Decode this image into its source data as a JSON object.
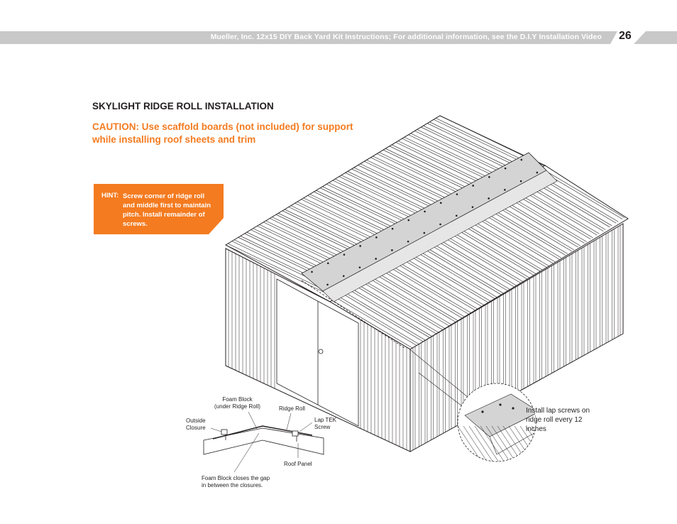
{
  "header": {
    "title": "Mueller, Inc. 12x15 DIY Back Yard Kit Instructions; For additional information, see the D.I.Y Installation Video",
    "page_number": "26"
  },
  "section": {
    "title": "SKYLIGHT RIDGE ROLL INSTALLATION",
    "caution_line1": "CAUTION: Use scaffold boards (not included) for support",
    "caution_line2": "while installing roof sheets and trim"
  },
  "hint": {
    "label": "HINT:",
    "text": "Screw corner of ridge roll and middle first to maintain pitch. Install remainder of screws."
  },
  "detail_labels": {
    "foam_block_line1": "Foam Block",
    "foam_block_line2": "(under Ridge Roll)",
    "ridge_roll": "Ridge Roll",
    "outside_closure_line1": "Outside",
    "outside_closure_line2": "Closure",
    "lap_tek_line1": "Lap TEK",
    "lap_tek_line2": "Screw",
    "roof_panel": "Roof Panel",
    "foam_gap_line1": "Foam Block closes the gap",
    "foam_gap_line2": "in between the closures."
  },
  "zoom_note": "Install lap screws on ridge roll every 12 inches",
  "colors": {
    "orange": "#f47b20",
    "header_gray": "#c8c8c8",
    "ridge_gray": "#d4d4d4"
  }
}
